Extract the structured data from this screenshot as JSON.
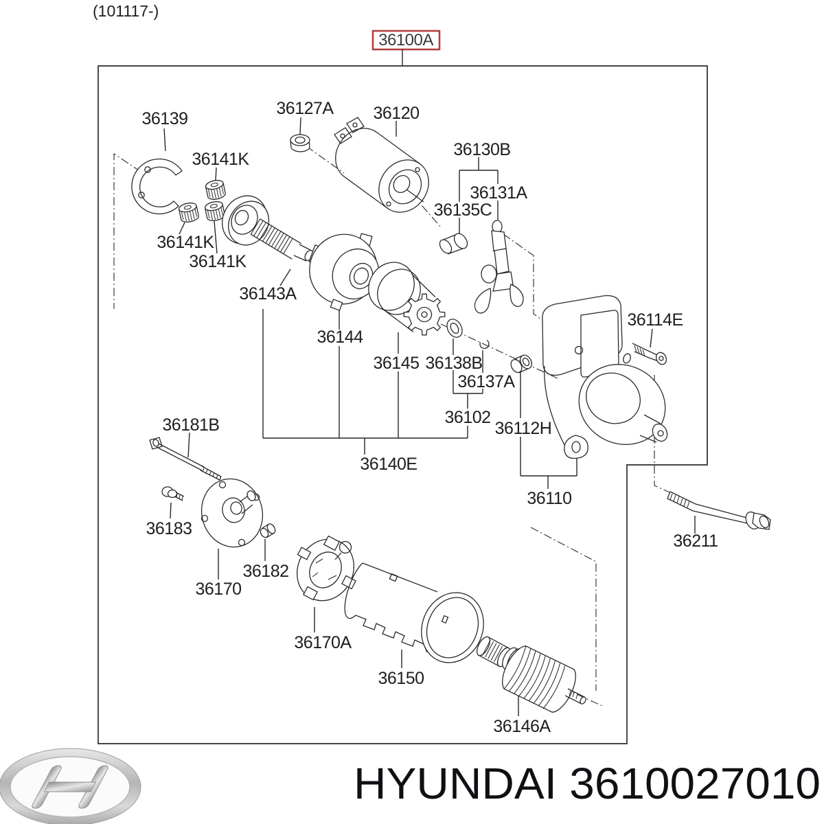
{
  "header": {
    "production_range": "(101117-)"
  },
  "assembly_badge": {
    "part_number": "36100A",
    "border_color": "#b23f3f"
  },
  "part_labels": [
    "36139",
    "36141K",
    "36141K",
    "36141K",
    "36127A",
    "36120",
    "36130B",
    "36131A",
    "36135C",
    "36143A",
    "36144",
    "36145",
    "36138B",
    "36137A",
    "36102",
    "36112H",
    "36140E",
    "36114E",
    "36110",
    "36211",
    "36181B",
    "36183",
    "36170",
    "36182",
    "36170A",
    "36150",
    "36146A"
  ],
  "footer": {
    "brand_line": "HYUNDAI 3610027010",
    "logo": "hyundai-logo"
  },
  "colors": {
    "line": "#262626",
    "text": "#1e1e1e",
    "badge_border": "#b23f3f",
    "logo_silver": "#c9c9c9"
  }
}
